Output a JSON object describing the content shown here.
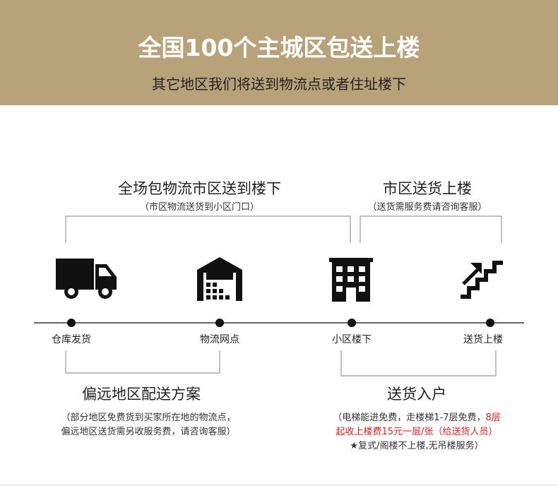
{
  "banner": {
    "title": "全国100个主城区包送上楼",
    "subtitle": "其它地区我们将送到物流点或者住址楼下"
  },
  "top_left": {
    "heading": "全场包物流市区送到楼下",
    "note": "（市区物流送货到小区门口）"
  },
  "top_right": {
    "heading": "市区送货上楼",
    "note": "（送货需服务费请咨询客服）"
  },
  "nodes": [
    {
      "label": "仓库发货",
      "icon": "truck-icon"
    },
    {
      "label": "物流网点",
      "icon": "warehouse-icon"
    },
    {
      "label": "小区楼下",
      "icon": "building-icon"
    },
    {
      "label": "送货上楼",
      "icon": "stairs-icon"
    }
  ],
  "bottom_left": {
    "heading": "偏远地区配送方案",
    "note_line1": "（部分地区免费货到买家所在地的物流点，",
    "note_line2": "偏远地区送货需另收服务费，请咨询客服）"
  },
  "bottom_right": {
    "heading": "送货入户",
    "note_line1_a": "（电梯能进免费，走楼梯1-7层免费，",
    "note_line1_b": "8层",
    "note_line2": "起收上楼费15元一层/张（给送货人员）",
    "note_line3": "★复式/阁楼不上楼,无吊楼服务）"
  },
  "colors": {
    "banner": "#b8a27a",
    "accent_red": "#d9231d",
    "ink": "#111111",
    "line": "#999999"
  }
}
